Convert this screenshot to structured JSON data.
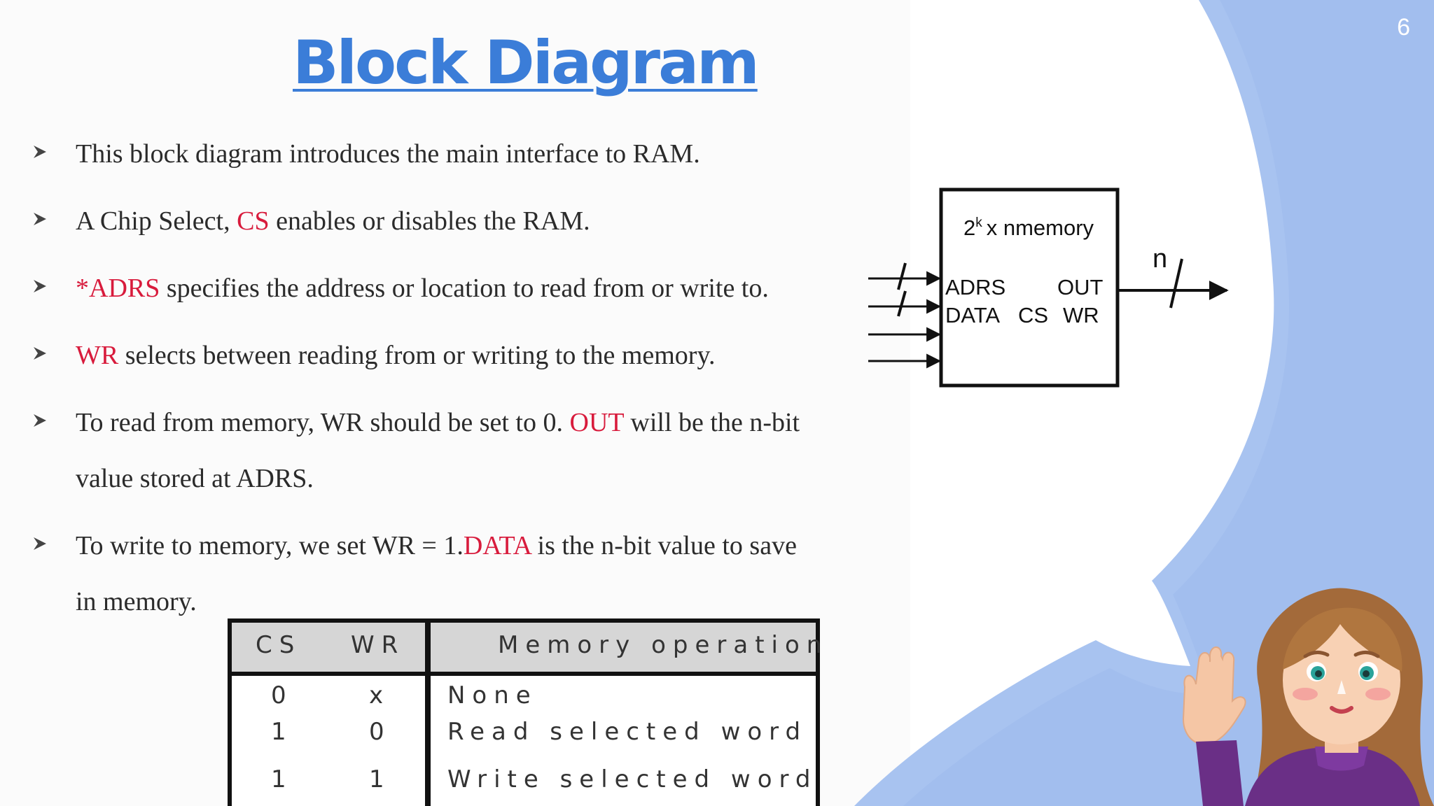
{
  "page_number": "6",
  "title": "Block Diagram",
  "bullets": [
    {
      "parts": [
        {
          "t": "This block diagram introduces the main  interface to RAM.",
          "red": false
        }
      ]
    },
    {
      "parts": [
        {
          "t": "A Chip Select, ",
          "red": false
        },
        {
          "t": "CS",
          "red": true
        },
        {
          "t": " enables or disables the  RAM.",
          "red": false
        }
      ]
    },
    {
      "parts": [
        {
          "t": "*ADRS",
          "red": true
        },
        {
          "t": " specifies the address or location to read  from or write to.",
          "red": false
        }
      ]
    },
    {
      "parts": [
        {
          "t": "WR",
          "red": true
        },
        {
          "t": " selects between reading from or writing to  the memory.",
          "red": false
        }
      ]
    },
    {
      "parts": [
        {
          "t": "To read from memory, WR should be set to 0.  ",
          "red": false
        },
        {
          "t": "OUT",
          "red": true
        },
        {
          "t": " will be the n-bit",
          "red": false
        }
      ],
      "cont": "value stored at ADRS."
    },
    {
      "parts": [
        {
          "t": "To write to memory, we set WR = 1.",
          "red": false
        },
        {
          "t": "DATA",
          "red": true
        },
        {
          "t": " is the n-bit value to save",
          "red": false
        }
      ],
      "cont": "in memory."
    }
  ],
  "diagram": {
    "block_title": "2",
    "block_sup": "k",
    "block_title_rest": "x nmemory",
    "port_adrs": "ADRS",
    "port_out": "OUT",
    "port_data": "DATA",
    "port_cs": "CS",
    "port_wr": "WR",
    "out_width_label": "n"
  },
  "table": {
    "headers": [
      "CS",
      "WR",
      "Memory operation"
    ],
    "rows": [
      [
        "0",
        "x",
        "None"
      ],
      [
        "1",
        "0",
        "Read selected word"
      ],
      [
        "1",
        "1",
        "Write selected word"
      ]
    ]
  },
  "colors": {
    "accent_blue": "#3b7dd8",
    "highlight_red": "#d81b3c",
    "bubble_blue": "#a8c3f0"
  },
  "character": "waving-girl-illustration"
}
